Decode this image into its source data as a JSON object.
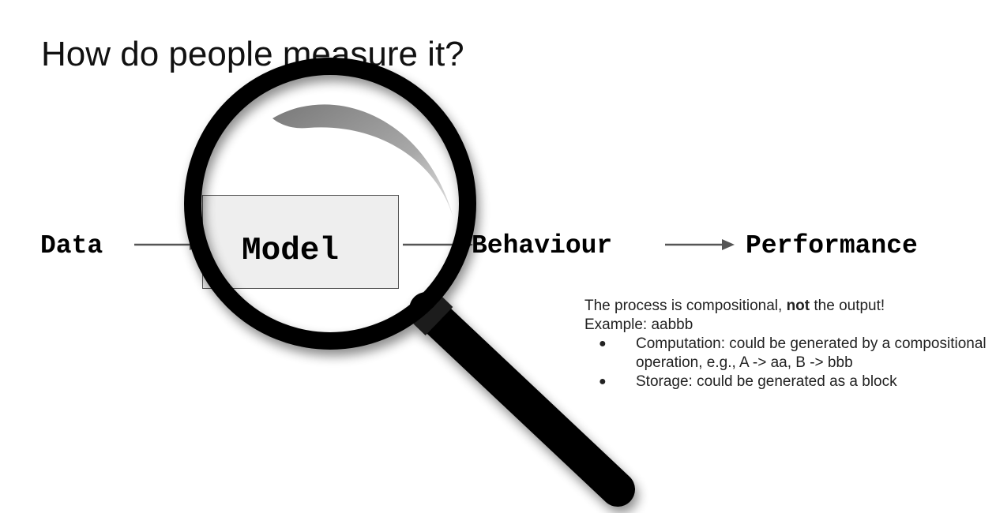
{
  "slide": {
    "title": "How do people measure it?"
  },
  "pipeline": {
    "stages": [
      {
        "label": "Data"
      },
      {
        "label": "Model"
      },
      {
        "label": "Behaviour"
      },
      {
        "label": "Performance"
      }
    ]
  },
  "notes": {
    "lead_before_bold": "The process is compositional, ",
    "lead_bold": "not",
    "lead_after_bold": " the output!",
    "example": "Example: aabbb",
    "bullets": [
      "Computation: could be generated by a compositional operation, e.g., A -> aa, B -> bbb",
      "Storage: could be generated as a block"
    ]
  },
  "colors": {
    "arrow": "#555555",
    "model_fill": "#eeeeee",
    "text": "#222222"
  },
  "icons": {
    "magnifier": "magnifying-glass-icon",
    "bullet": "bullet-dot-icon"
  }
}
